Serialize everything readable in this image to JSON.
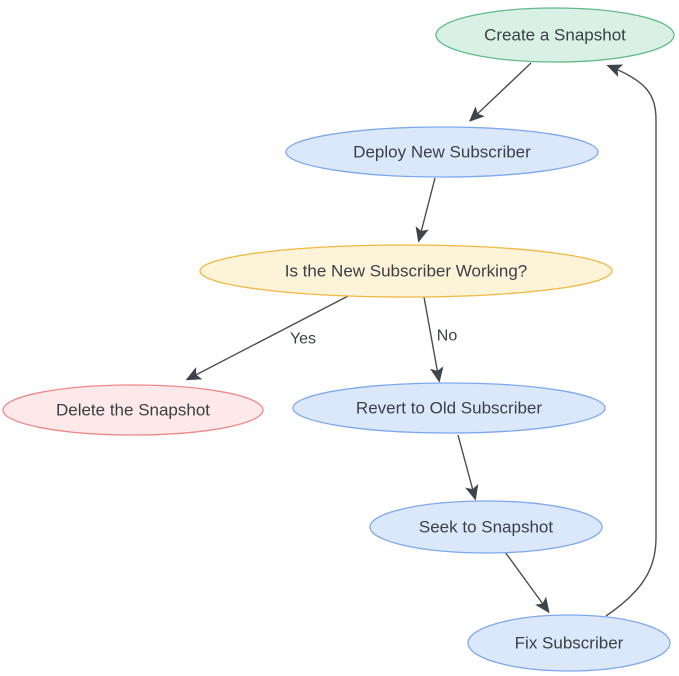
{
  "diagram": {
    "background": "#ffffff",
    "edge_color": "#4d4d4d",
    "text_color": "#3b4045",
    "nodes": {
      "create": {
        "label": "Create a Snapshot",
        "fill": "#d9f1e4",
        "stroke": "#63b98a"
      },
      "deploy": {
        "label": "Deploy New Subscriber",
        "fill": "#dbe8fc",
        "stroke": "#7ea8ee"
      },
      "working": {
        "label": "Is the New Subscriber Working?",
        "fill": "#fdf3d9",
        "stroke": "#f0b841"
      },
      "delete": {
        "label": "Delete the Snapshot",
        "fill": "#fde9e9",
        "stroke": "#ee8888"
      },
      "revert": {
        "label": "Revert to Old Subscriber",
        "fill": "#dbe8fc",
        "stroke": "#7ea8ee"
      },
      "seek": {
        "label": "Seek to Snapshot",
        "fill": "#dbe8fc",
        "stroke": "#7ea8ee"
      },
      "fix": {
        "label": "Fix Subscriber",
        "fill": "#dbe8fc",
        "stroke": "#7ea8ee"
      }
    },
    "edge_labels": {
      "yes": "Yes",
      "no": "No"
    }
  }
}
